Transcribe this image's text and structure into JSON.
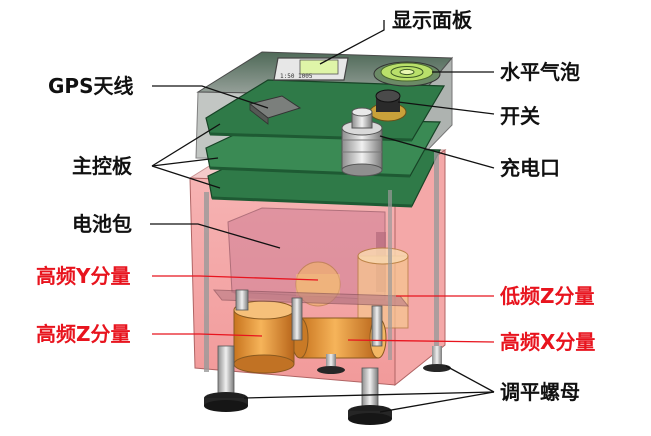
{
  "labels": {
    "display_panel": "显示面板",
    "bubble_level": "水平气泡",
    "gps_antenna": "GPS天线",
    "switch": "开关",
    "main_board": "主控板",
    "charge_port": "充电口",
    "battery_pack": "电池包",
    "high_freq_y": "高频Y分量",
    "low_freq_z": "低频Z分量",
    "high_freq_z": "高频Z分量",
    "high_freq_x": "高频X分量",
    "leveling_nut": "调平螺母"
  },
  "screen_text": "1:50 1005",
  "colors": {
    "black_label": "#111111",
    "red_label": "#e8141e",
    "board_green": "#2f7a48",
    "shell_pink": "#f3a3a3",
    "sensor_orange": "#e89a36"
  }
}
